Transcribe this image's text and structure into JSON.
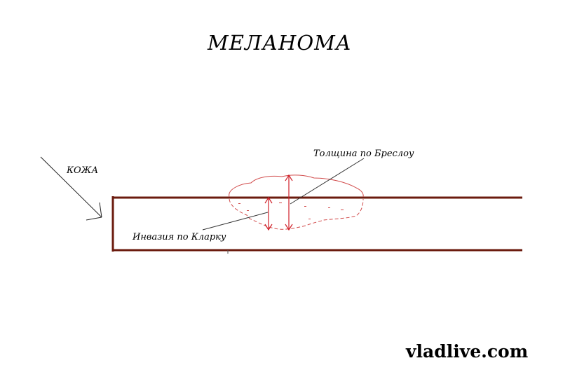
{
  "title": "МЕЛАНОМА",
  "labels": {
    "skin": "КОЖА",
    "breslow": "Толщина по Бреслоу",
    "clark": "Инвазия по Кларку"
  },
  "watermark": "vladlive.com",
  "colors": {
    "skin_line": "#6b1b0e",
    "measure": "#d0202a",
    "outline": "#d14a4a",
    "pointer": "#333333"
  }
}
